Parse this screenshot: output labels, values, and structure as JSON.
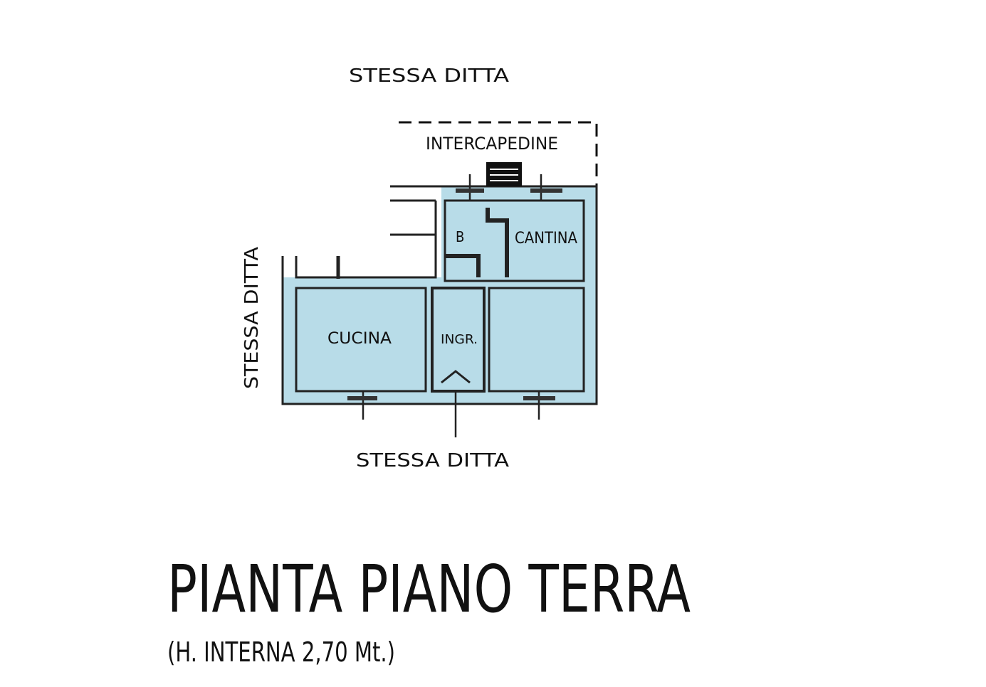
{
  "labels": {
    "top_neighbor": "STESSA   DITTA",
    "left_neighbor": "STESSA   DITTA",
    "bottom_neighbor": "STESSA   DITTA",
    "intercapedine": "INTERCAPEDINE",
    "cantina": "CANTINA",
    "cucina": "CUCINA",
    "ingresso": "INGR.",
    "bagno": "B"
  },
  "title": "PIANTA   PIANO TERRA",
  "subtitle": "(H. INTERNA 2,70 Mt.)",
  "colors": {
    "fill": "#b8dce8",
    "ink": "#111111"
  }
}
